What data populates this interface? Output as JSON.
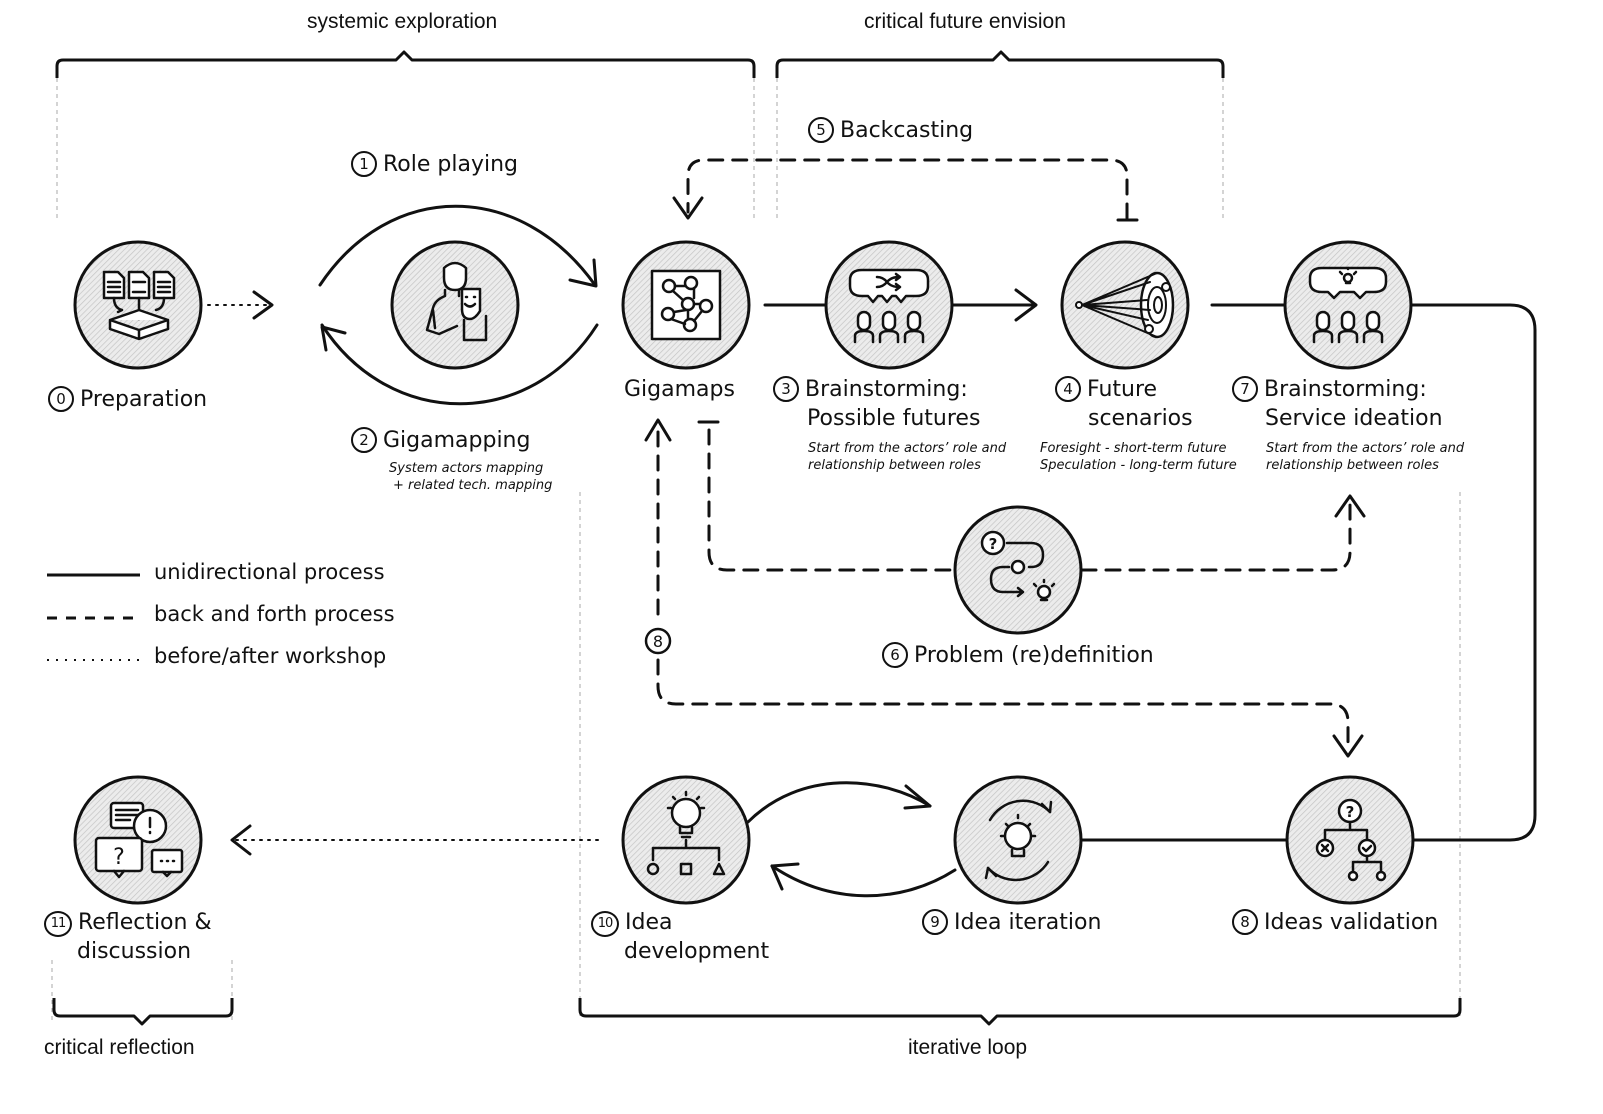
{
  "groups": {
    "systemic": "systemic exploration",
    "critical_future": "critical future envision",
    "critical_reflection": "critical reflection",
    "iterative": "iterative loop"
  },
  "steps": {
    "s0": {
      "num": "0",
      "title": "Preparation",
      "icon": "documents-to-box-icon"
    },
    "s1": {
      "num": "1",
      "title": "Role playing",
      "icon": "person-with-mask-icon"
    },
    "s2": {
      "num": "2",
      "title": "Gigamapping",
      "sub1": "System actors mapping",
      "sub2": "+ related tech. mapping"
    },
    "gigamaps": {
      "title": "Gigamaps",
      "icon": "network-map-icon"
    },
    "s3": {
      "num": "3",
      "title1": "Brainstorming:",
      "title2": "Possible futures",
      "sub1": "Start from the actors’ role and",
      "sub2": "relationship between roles",
      "icon": "group-shuffle-icon"
    },
    "s4": {
      "num": "4",
      "title1": "Future",
      "title2": "scenarios",
      "sub1": "Foresight - short-term future",
      "sub2": "Speculation - long-term future",
      "icon": "future-cone-icon"
    },
    "s5": {
      "num": "5",
      "title": "Backcasting"
    },
    "s6": {
      "num": "6",
      "title": "Problem (re)definition",
      "icon": "problem-process-icon"
    },
    "s7": {
      "num": "7",
      "title1": "Brainstorming:",
      "title2": "Service ideation",
      "sub1": "Start from the actors’ role and",
      "sub2": "relationship between roles",
      "icon": "group-idea-icon"
    },
    "s8": {
      "num": "8",
      "title": "Ideas validation",
      "icon": "decision-tree-icon"
    },
    "s8b": {
      "num": "8"
    },
    "s9": {
      "num": "9",
      "title": "Idea iteration",
      "icon": "idea-cycle-icon"
    },
    "s10": {
      "num": "10",
      "title1": "Idea",
      "title2": "development",
      "icon": "idea-hierarchy-icon"
    },
    "s11": {
      "num": "11",
      "title1": "Reflection &",
      "title2": "discussion",
      "icon": "discussion-bubbles-icon"
    }
  },
  "legend": [
    {
      "style": "solid",
      "label": "unidirectional process"
    },
    {
      "style": "dashed",
      "label": "back and forth process"
    },
    {
      "style": "dotted",
      "label": "before/after workshop"
    }
  ],
  "colors": {
    "ink": "#111111",
    "circle_fill": "#e4e4e4",
    "guide": "#aaaaaa"
  }
}
